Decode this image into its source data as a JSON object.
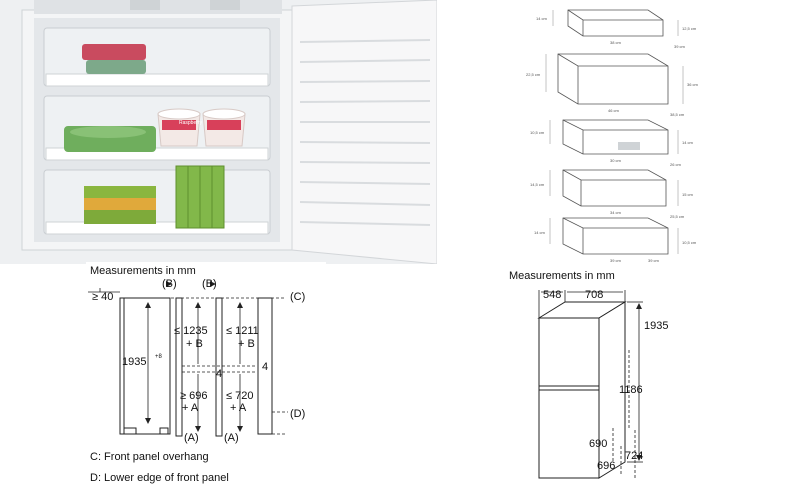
{
  "photo": {
    "fridge_label": "Raspberry"
  },
  "drawers": {
    "items": [
      {
        "dims": [
          "14 cm",
          "12,5 cm",
          "38 cm",
          "39 cm"
        ]
      },
      {
        "dims": [
          "22,5 cm",
          "36 cm",
          "46 cm",
          "38,5 cm"
        ]
      },
      {
        "dims": [
          "10,5 cm",
          "14 cm",
          "30 cm",
          "26 cm"
        ]
      },
      {
        "dims": [
          "14,5 cm",
          "15 cm",
          "34 cm",
          "25,5 cm"
        ]
      },
      {
        "dims": [
          "14 cm",
          "10,5 cm",
          "39 cm",
          "39 cm"
        ]
      }
    ]
  },
  "install": {
    "title": "Measurements in mm",
    "ge40": "≥ 40",
    "b1": "(B)",
    "b2": "(B)",
    "c_marker": "(C)",
    "d_marker": "(D)",
    "height": "1935",
    "height_sup": "+8",
    "upper1_a": "≤ 1235",
    "upper1_b": "+ B",
    "upper2_a": "≤ 1211",
    "upper2_b": "+ B",
    "gap4a": "4",
    "gap4b": "4",
    "lower1_a": "≥ 696",
    "lower1_b": "+ A",
    "lower2_a": "≤ 720",
    "lower2_b": "+ A",
    "a1": "(A)",
    "a2": "(A)",
    "legend_c": "C: Front panel overhang",
    "legend_d": "D: Lower edge of front panel"
  },
  "dims": {
    "title": "Measurements in mm",
    "depth": "548",
    "width": "708",
    "height": "1935",
    "h_upper": "1186",
    "h_690": "690",
    "h_696": "696",
    "h_724": "724"
  }
}
